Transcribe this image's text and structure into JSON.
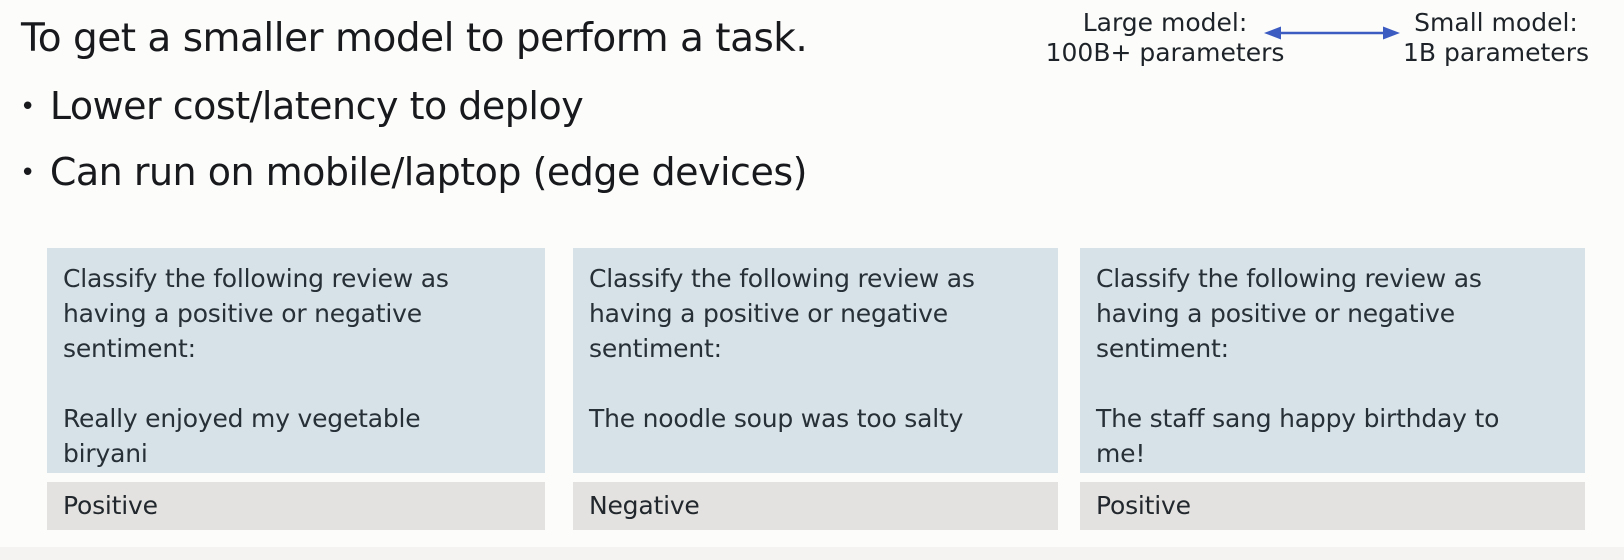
{
  "slide": {
    "title": "To get a smaller model to perform a task.",
    "bullet_char": "•",
    "bullets": [
      {
        "label": "Lower cost/latency to deploy"
      },
      {
        "label": "Can run on mobile/laptop (edge devices)"
      }
    ]
  },
  "model_scale": {
    "large_label": "Large model:\n100B+ parameters",
    "small_label": "Small model:\n1B parameters",
    "arrow_icon": "left-right-arrow",
    "arrow_color": "#3d5cc2"
  },
  "examples": [
    {
      "prompt": "Classify the following review as\nhaving a positive or negative\nsentiment:",
      "review": "Really enjoyed my vegetable\nbiryani",
      "answer": "Positive"
    },
    {
      "prompt": "Classify the following review as\nhaving a positive or negative\nsentiment:",
      "review": "The noodle soup was too salty",
      "answer": "Negative"
    },
    {
      "prompt": "Classify the following review as\nhaving a positive or negative\nsentiment:",
      "review": "The staff sang happy birthday to\nme!",
      "answer": "Positive"
    }
  ],
  "colors": {
    "prompt_bg": "#d7e2e8",
    "answer_bg": "#e3e2e0",
    "arrow": "#3d5cc2",
    "title_text": "#17191c",
    "card_text": "#272f37",
    "background": "#fcfcfb"
  }
}
